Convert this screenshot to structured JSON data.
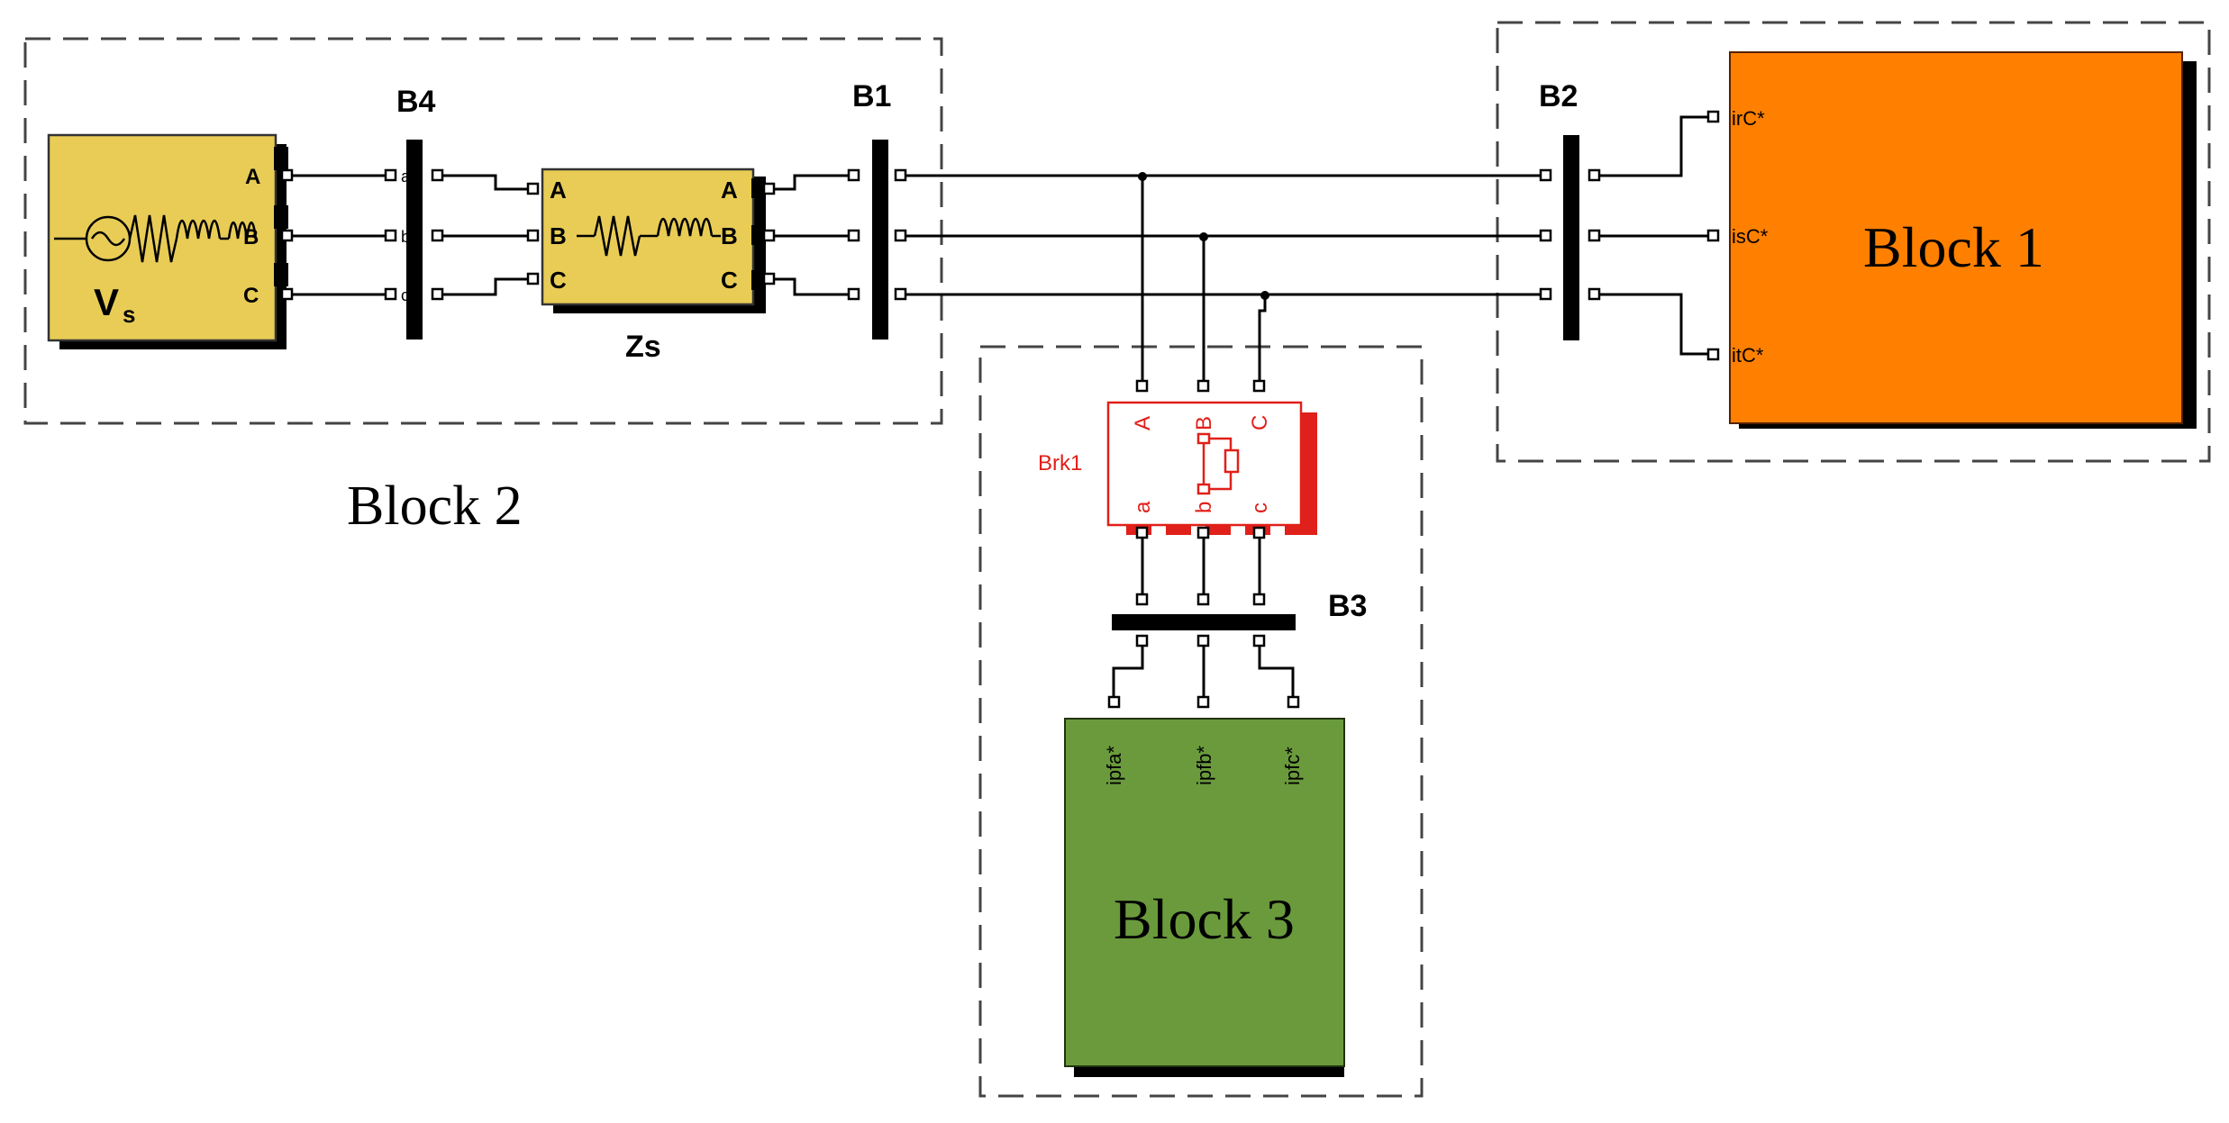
{
  "groups": {
    "block2": {
      "label": "Block 2"
    },
    "block1": {
      "label": "Block 1"
    },
    "block3": {
      "label": "Block 3"
    }
  },
  "source": {
    "label": "V",
    "subscript": "s",
    "ports": [
      "A",
      "B",
      "C"
    ]
  },
  "impedance": {
    "label": "Zs",
    "ports_in": [
      "A",
      "B",
      "C"
    ],
    "ports_out": [
      "A",
      "B",
      "C"
    ]
  },
  "buses": {
    "b4": "B4",
    "b1": "B1",
    "b2": "B2",
    "b3": "B3"
  },
  "bus_port_marks": {
    "b4": [
      "a",
      "b",
      "c"
    ]
  },
  "breaker": {
    "label": "Brk1",
    "top_ports": [
      "A",
      "B",
      "C"
    ],
    "bottom_ports": [
      "a",
      "b",
      "c"
    ]
  },
  "block1_ports": [
    "irC*",
    "isC*",
    "itC*"
  ],
  "block3_ports": [
    "ipfa*",
    "ipfb*",
    "ipfc*"
  ],
  "colors": {
    "source_fill": "#E8CC56",
    "block1_fill": "#FF8000",
    "block3_fill": "#6A9A3C",
    "breaker_stroke": "#E0201A",
    "shadow": "#000000"
  }
}
